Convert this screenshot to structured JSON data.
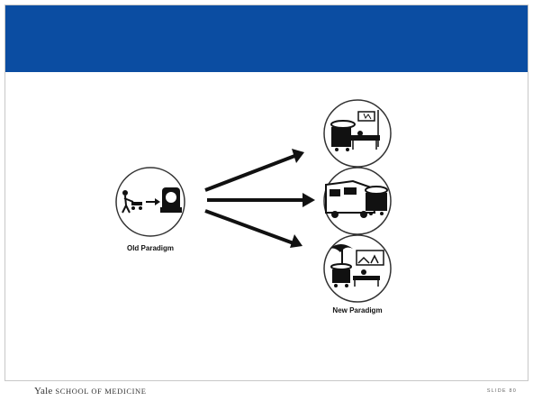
{
  "slide": {
    "header_color": "#0b4da2",
    "footer": {
      "logo_main": "Yale",
      "logo_sub": "SCHOOL OF MEDICINE",
      "slide_number": "SLIDE 80"
    }
  },
  "diagram": {
    "old_label": "Old Paradigm",
    "new_label": "New Paradigm",
    "old_icon": "patient-to-scanner-icon",
    "new_icons": [
      "bedside-portable-scanner-icon",
      "mobile-stroke-unit-icon",
      "field-scanner-icon"
    ]
  }
}
